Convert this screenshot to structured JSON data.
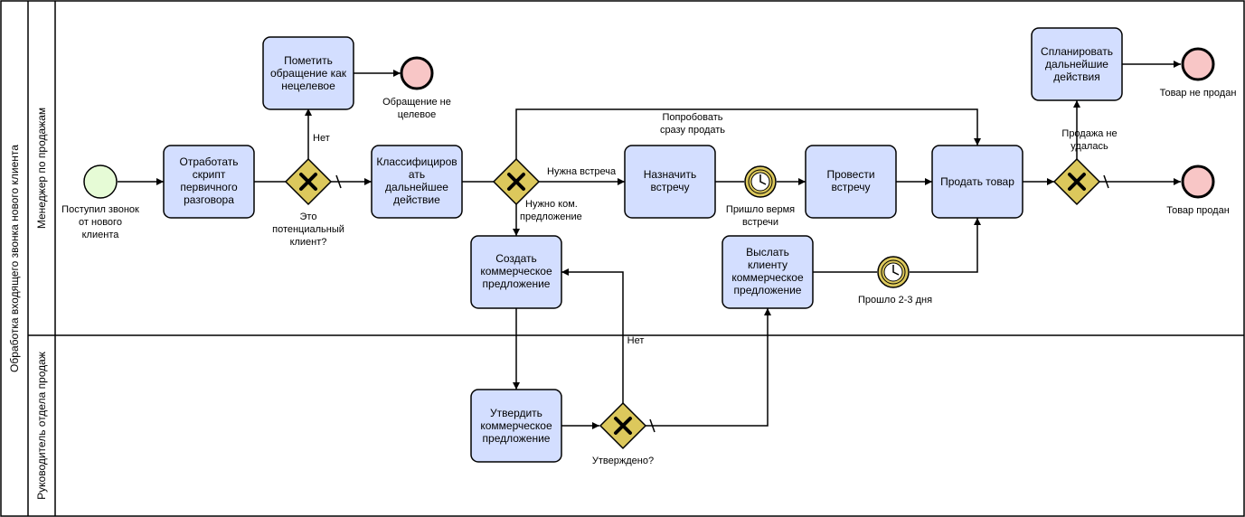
{
  "pool": {
    "title": "Обработка входящего звонка нового клиента"
  },
  "lanes": [
    {
      "id": "manager",
      "title": "Менеджер по продажам"
    },
    {
      "id": "head",
      "title": "Руководитель отдела продаж"
    }
  ],
  "colors": {
    "task_fill": "#d3deff",
    "task_stroke": "#000000",
    "gateway_fill": "#dcc85c",
    "start_fill": "#e6fbd6",
    "end_fill": "#f8c6c6",
    "timer_fill": "#dcc85c",
    "line": "#000000"
  },
  "tasks": {
    "script": [
      "Отработать",
      "скрипт",
      "первичного",
      "разговора"
    ],
    "mark": [
      "Пометить",
      "обращение как",
      "нецелевое"
    ],
    "classify": [
      "Классифициров",
      "ать",
      "дальнейшее",
      "действие"
    ],
    "schedule": [
      "Назначить",
      "встречу"
    ],
    "meet": [
      "Провести",
      "встречу"
    ],
    "sell": [
      "Продать товар"
    ],
    "plan": [
      "Спланировать",
      "дальнейшие",
      "действия"
    ],
    "create_offer": [
      "Создать",
      "коммерческое",
      "предложение"
    ],
    "send_offer": [
      "Выслать",
      "клиенту",
      "коммерческое",
      "предложение"
    ],
    "approve_offer": [
      "Утвердить",
      "коммерческое",
      "предложение"
    ]
  },
  "events": {
    "start": [
      "Поступил звонок",
      "от нового",
      "клиента"
    ],
    "end_nontarget": [
      "Обращение не",
      "целевое"
    ],
    "end_not_sold": [
      "Товар не продан"
    ],
    "end_sold": [
      "Товар продан"
    ],
    "timer_meeting": [
      "Пришло вермя",
      "встречи"
    ],
    "timer_days": [
      "Прошло 2-3 дня"
    ]
  },
  "gateways": {
    "potential": [
      "Это",
      "потенциальный",
      "клиент?"
    ],
    "approved": [
      "Утверждено?"
    ]
  },
  "flow_labels": {
    "no_potential": "Нет",
    "need_meeting": "Нужна встреча",
    "need_offer": [
      "Нужно ком.",
      "предложение"
    ],
    "try_sell": [
      "Попробовать",
      "сразу продать"
    ],
    "sale_failed": [
      "Продажа не",
      "удалась"
    ],
    "not_approved": "Нет"
  }
}
